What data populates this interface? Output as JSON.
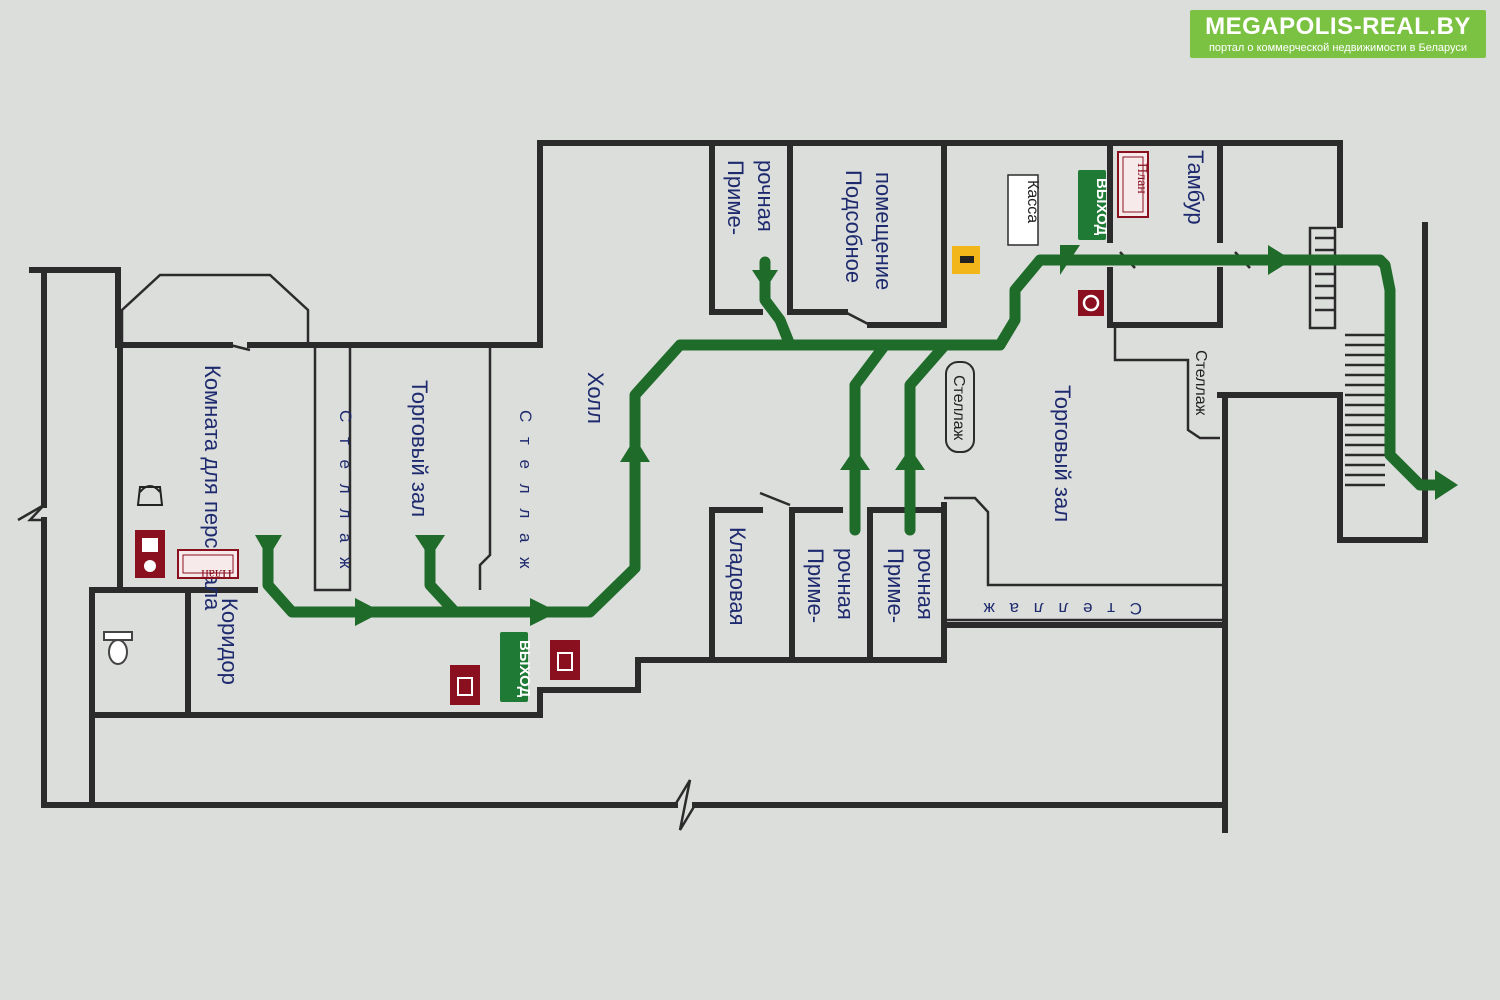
{
  "brand": {
    "name": "MEGAPOLIS-REAL.BY",
    "tagline": "портал о коммерческой недвижимости в Беларуси",
    "color": "#7cc242"
  },
  "rooms": {
    "staff_room": "Комната для персонала",
    "corridor": "Коридор",
    "rack": "С т е л л а ж",
    "sales_hall": "Торговый зал",
    "hall": "Холл",
    "fitting_room_line1": "Приме-",
    "fitting_room_line2": "рочная",
    "utility_line1": "Подсобное",
    "utility_line2": "помещение",
    "storeroom": "Кладовая",
    "rack_word": "Стеллаж",
    "vestibule": "Тамбур"
  },
  "signs": {
    "exit": "ВЫХОД",
    "plan": "План",
    "cashier": "Касса"
  },
  "colors": {
    "route": "#1f6b2a",
    "room_text": "#1e2a6e",
    "exit_sign": "#1f7a35",
    "fire_sign": "#8a1020"
  }
}
